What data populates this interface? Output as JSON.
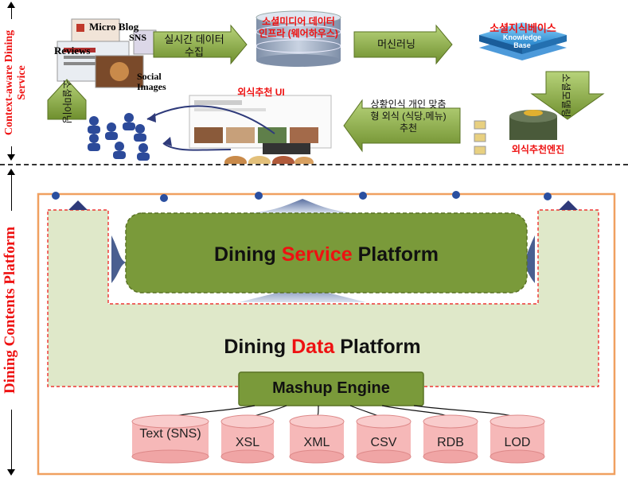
{
  "side_labels": {
    "top": "Context-aware Dining Service",
    "bottom": "Dining Contents Platform"
  },
  "top_section": {
    "sources": {
      "micro_blog": "Micro Blog",
      "sns": "SNS",
      "reviews": "Reviews",
      "social_images": "Social Images"
    },
    "arrow_realtime": "실시간 데이터 수집",
    "db_label": "소셜미디어 데이터인프라 (웨어하우스)",
    "arrow_ml": "머신러닝",
    "kb_title": "소셜지식베이스",
    "kb_inner": "Knowledge Base",
    "arrow_social_model": "소셜모델링",
    "arrow_users": "소셜마이닝",
    "ui_label": "외식추천 UI",
    "engine_label": "외식추천엔진",
    "arrow_recommend": "상황인식 개인 맞춤형 외식 (식당,메뉴) 추천"
  },
  "platform": {
    "service_title_prefix": "Dining ",
    "service_title_highlight": "Service",
    "service_title_suffix": " Platform",
    "data_title_prefix": "Dining ",
    "data_title_highlight": "Data",
    "data_title_suffix": " Platform",
    "mashup_engine": "Mashup Engine",
    "sources": [
      "Text (SNS)",
      "XSL",
      "XML",
      "CSV",
      "RDB",
      "LOD"
    ]
  },
  "colors": {
    "green_dark": "#6f8f2e",
    "green_light": "#dfe8c9",
    "red_accent": "#e11111",
    "orange_border": "#f0a060",
    "cylinder_pink": "#f6b8b8",
    "navy_arrow": "#2e3a7a"
  }
}
